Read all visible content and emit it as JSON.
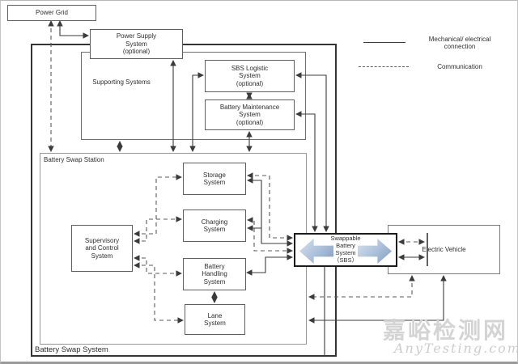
{
  "boxes": {
    "power_grid": "Power Grid",
    "power_supply": "Power Supply\nSystem\n(optional)",
    "supporting_systems": "Supporting Systems",
    "sbs_logistic": "SBS Logistic\nSystem\n(optional)",
    "battery_maintenance": "Battery Maintenance\nSystem\n(optional)",
    "battery_swap_station": "Battery Swap Station",
    "storage": "Storage\nSystem",
    "charging": "Charging\nSystem",
    "battery_handling": "Battery\nHandling\nSystem",
    "lane": "Lane\nSystem",
    "supervisory": "Supervisory\nand Control\nSystem",
    "swappable_battery": "Swappable\nBattery\nSystem\n（SBS）",
    "electric_vehicle": "Electric Vehicle",
    "battery_swap_system": "Battery Swap System"
  },
  "legend": {
    "mechanical": "Mechanical/ electrical\nconnection",
    "communication": "Communication"
  },
  "watermark": {
    "cn": "嘉峪检测网",
    "en": "AnyTesting.com"
  },
  "colors": {
    "solid_line": "#3b3b3b",
    "dashed_line": "#5a5a5a",
    "swap_arrow_light": "#d7e2f0",
    "swap_arrow_dark": "#7e9cc2",
    "watermark": "#d4d4d4"
  }
}
